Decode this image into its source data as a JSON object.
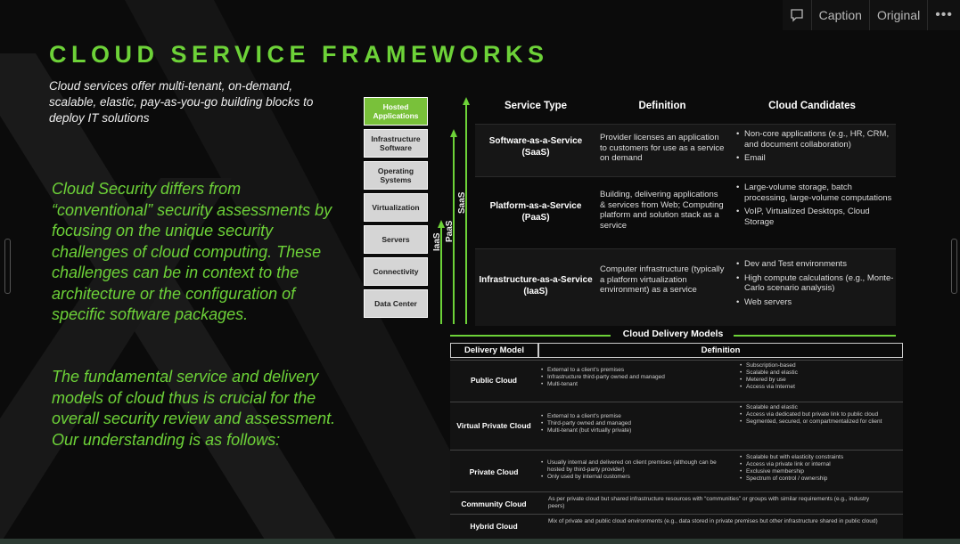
{
  "toolbar": {
    "caption_label": "Caption",
    "original_label": "Original",
    "more_icon": "more-icon",
    "comment_icon": "comment-icon"
  },
  "slide": {
    "title": "CLOUD SERVICE FRAMEWORKS",
    "subtitle": "Cloud services offer multi-tenant, on-demand, scalable, elastic, pay-as-you-go building blocks to deploy IT solutions",
    "body1": "Cloud Security differs from “conventional” security assessments by focusing on the unique security challenges of cloud computing. These challenges can be in context to the architecture or the configuration of specific software packages.",
    "body2": "The fundamental service and delivery models of cloud thus is crucial for the overall security review and assessment. Our understanding is as follows:",
    "accent_color": "#6dd238"
  },
  "stack": {
    "layers": [
      "Hosted Applications",
      "Infrastructure Software",
      "Operating Systems",
      "Virtualization",
      "Servers",
      "Connectivity",
      "Data Center"
    ],
    "arrows": [
      "IaaS",
      "PaaS",
      "SaaS"
    ]
  },
  "service_table": {
    "headers": [
      "Service Type",
      "Definition",
      "Cloud Candidates"
    ],
    "rows": [
      {
        "type": "Software-as-a-Service (SaaS)",
        "definition": "Provider licenses an application to customers for use as a service on demand",
        "candidates": [
          "Non-core applications (e.g., HR, CRM, and document collaboration)",
          "Email"
        ]
      },
      {
        "type": "Platform-as-a-Service (PaaS)",
        "definition": "Building, delivering applications & services from Web; Computing platform and solution stack as a service",
        "candidates": [
          "Large-volume storage, batch processing, large-volume computations",
          "VoIP, Virtualized Desktops, Cloud Storage"
        ]
      },
      {
        "type": "Infrastructure-as-a-Service (IaaS)",
        "definition": "Computer infrastructure (typically a platform virtualization environment) as a service",
        "candidates": [
          "Dev and Test environments",
          "High compute calculations (e.g., Monte-Carlo scenario analysis)",
          "Web servers"
        ]
      }
    ]
  },
  "delivery": {
    "title": "Cloud Delivery Models",
    "headers": [
      "Delivery Model",
      "Definition"
    ],
    "rows": [
      {
        "name": "Public Cloud",
        "left": [
          "External to a client's premises",
          "Infrastructure third-party owned and managed",
          "Multi-tenant"
        ],
        "right": [
          "Subscription-based",
          "Scalable and elastic",
          "Metered by use",
          "Access via Internet"
        ]
      },
      {
        "name": "Virtual Private Cloud",
        "left": [
          "External to a client's premise",
          "Third-party owned and managed",
          "Multi-tenant (but virtually private)"
        ],
        "right": [
          "Scalable and elastic",
          "Access via dedicated but private link to public cloud",
          "Segmented, secured, or compartmentalized for client"
        ]
      },
      {
        "name": "Private Cloud",
        "left": [
          "Usually internal and delivered on client premises (although can be hosted by third-party provider)",
          "Only used by internal customers"
        ],
        "right": [
          "Scalable but with elasticity constraints",
          "Access via private link or internal",
          "Exclusive membership",
          "Spectrum of control / ownership"
        ]
      },
      {
        "name": "Community Cloud",
        "text": "As per private cloud but shared infrastructure resources with “communities” or groups with similar requirements (e.g., industry peers)"
      },
      {
        "name": "Hybrid Cloud",
        "text": "Mix of private and public cloud environments (e.g., data stored in private premises but other infrastructure shared in public cloud)"
      }
    ]
  }
}
